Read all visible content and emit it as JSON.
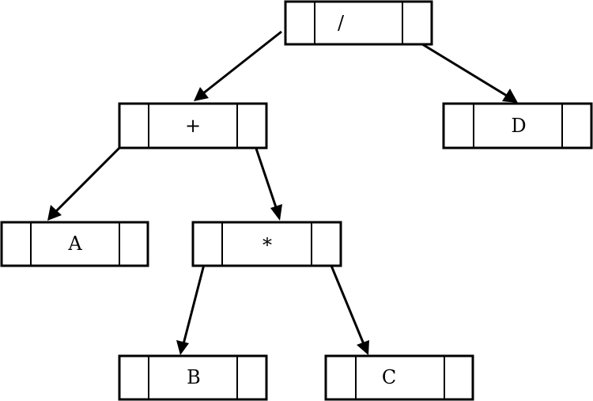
{
  "tree": {
    "nodes": [
      {
        "id": "root",
        "label": "/"
      },
      {
        "id": "plus",
        "label": "+"
      },
      {
        "id": "d",
        "label": "D"
      },
      {
        "id": "a",
        "label": "A"
      },
      {
        "id": "mult",
        "label": "*"
      },
      {
        "id": "b",
        "label": "B"
      },
      {
        "id": "c",
        "label": "C"
      }
    ],
    "edges": [
      {
        "from": "root",
        "to": "plus"
      },
      {
        "from": "root",
        "to": "d"
      },
      {
        "from": "plus",
        "to": "a"
      },
      {
        "from": "plus",
        "to": "mult"
      },
      {
        "from": "mult",
        "to": "b"
      },
      {
        "from": "mult",
        "to": "c"
      }
    ]
  }
}
